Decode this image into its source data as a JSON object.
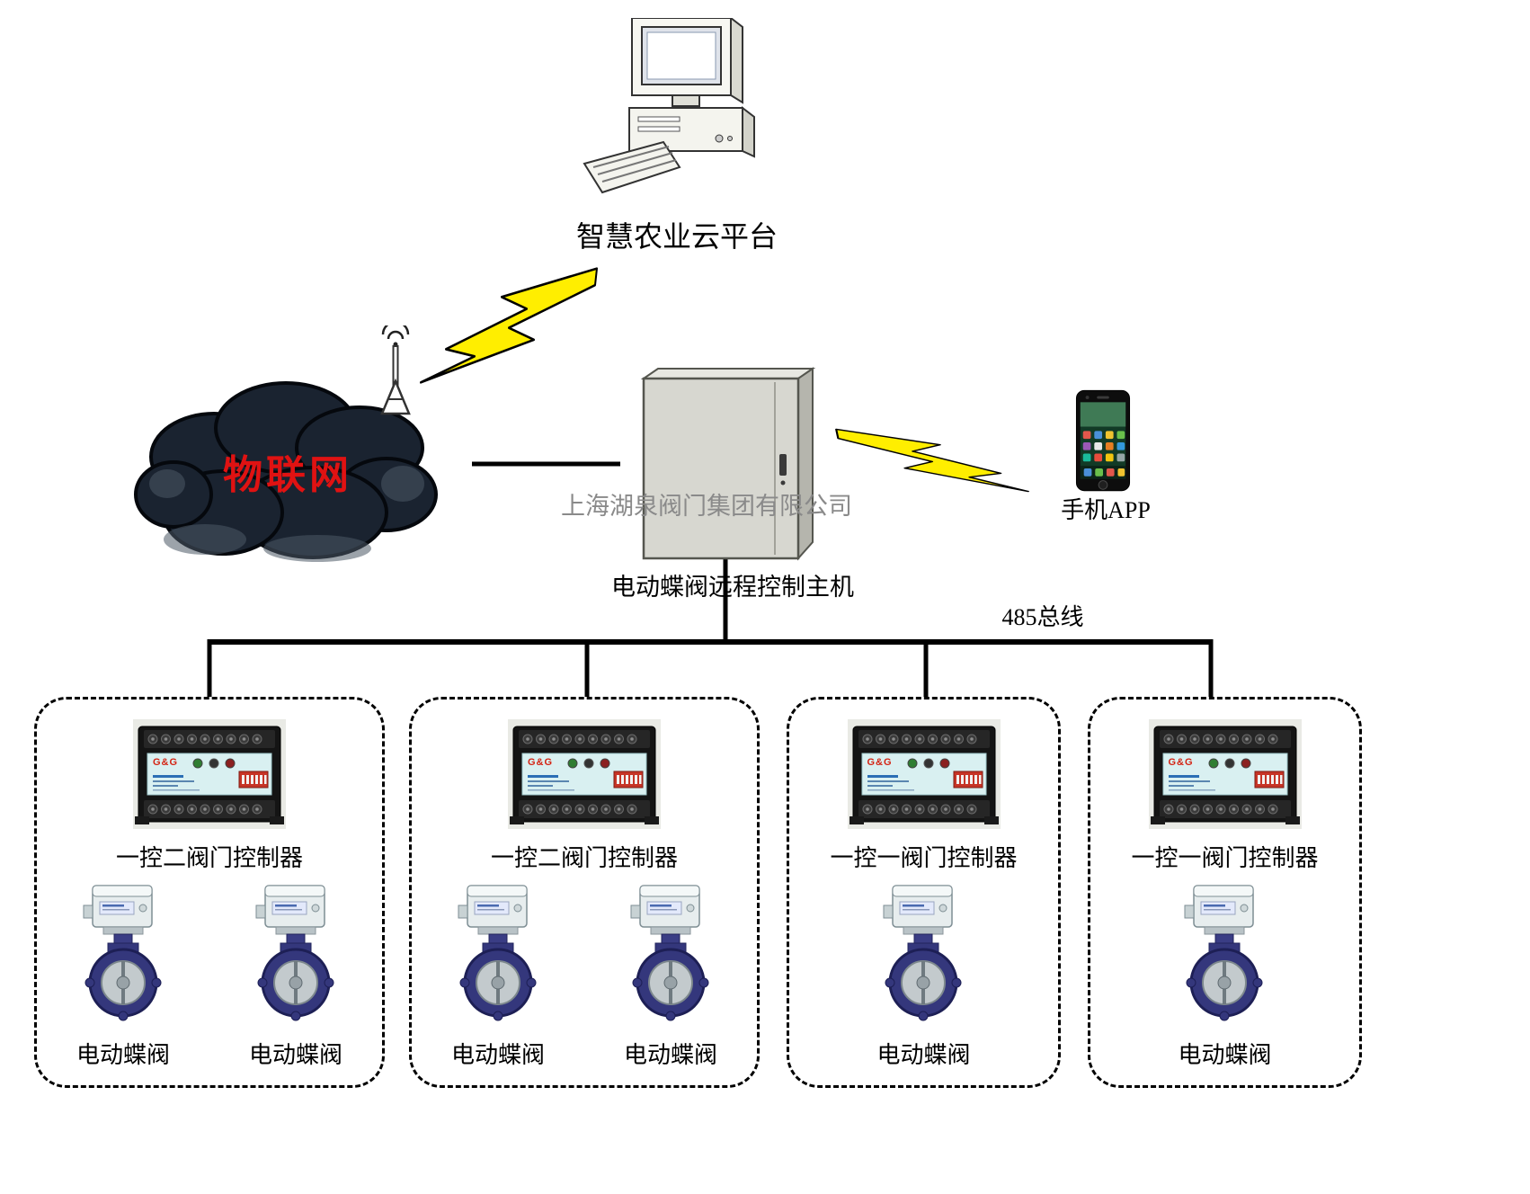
{
  "labels": {
    "platform": "智慧农业云平台",
    "iot": "物联网",
    "watermark": "上海湖泉阀门集团有限公司",
    "host": "电动蝶阀远程控制主机",
    "phone_app": "手机APP",
    "bus": "485总线"
  },
  "device": {
    "logo": "G&G"
  },
  "colors": {
    "lightning": "#ffee00",
    "iot_text": "#e01212",
    "cloud": "#1a2330",
    "valve_body": "#34377c"
  },
  "groups": [
    {
      "controller_label": "一控二阀门控制器",
      "valve_labels": [
        "电动蝶阀",
        "电动蝶阀"
      ]
    },
    {
      "controller_label": "一控二阀门控制器",
      "valve_labels": [
        "电动蝶阀",
        "电动蝶阀"
      ]
    },
    {
      "controller_label": "一控一阀门控制器",
      "valve_labels": [
        "电动蝶阀"
      ]
    },
    {
      "controller_label": "一控一阀门控制器",
      "valve_labels": [
        "电动蝶阀"
      ]
    }
  ]
}
